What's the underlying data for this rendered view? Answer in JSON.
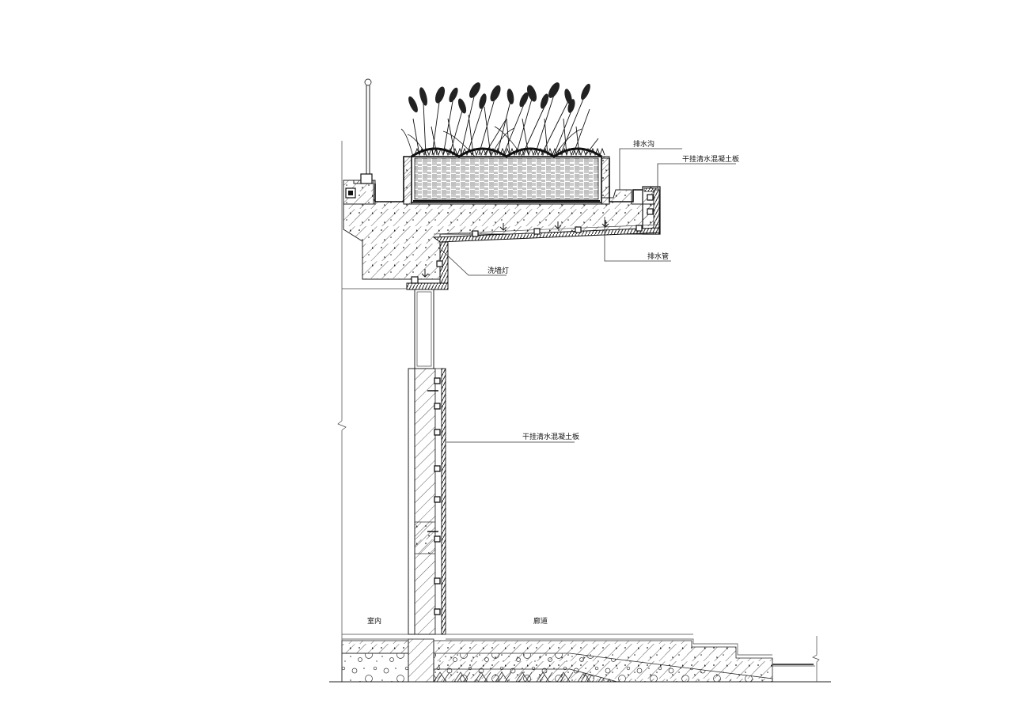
{
  "drawing": {
    "type": "architectural-section",
    "background": "#ffffff",
    "line_color": "#222222"
  },
  "labels": {
    "drainage_ditch": "排水沟",
    "dry_hung_concrete_panel_top": "干挂清水混凝土板",
    "drain_pipe": "排水管",
    "wall_washer_light": "洗墙灯",
    "dry_hung_concrete_panel_wall": "干挂清水混凝土板",
    "indoor": "室内",
    "corridor": "廊道"
  }
}
